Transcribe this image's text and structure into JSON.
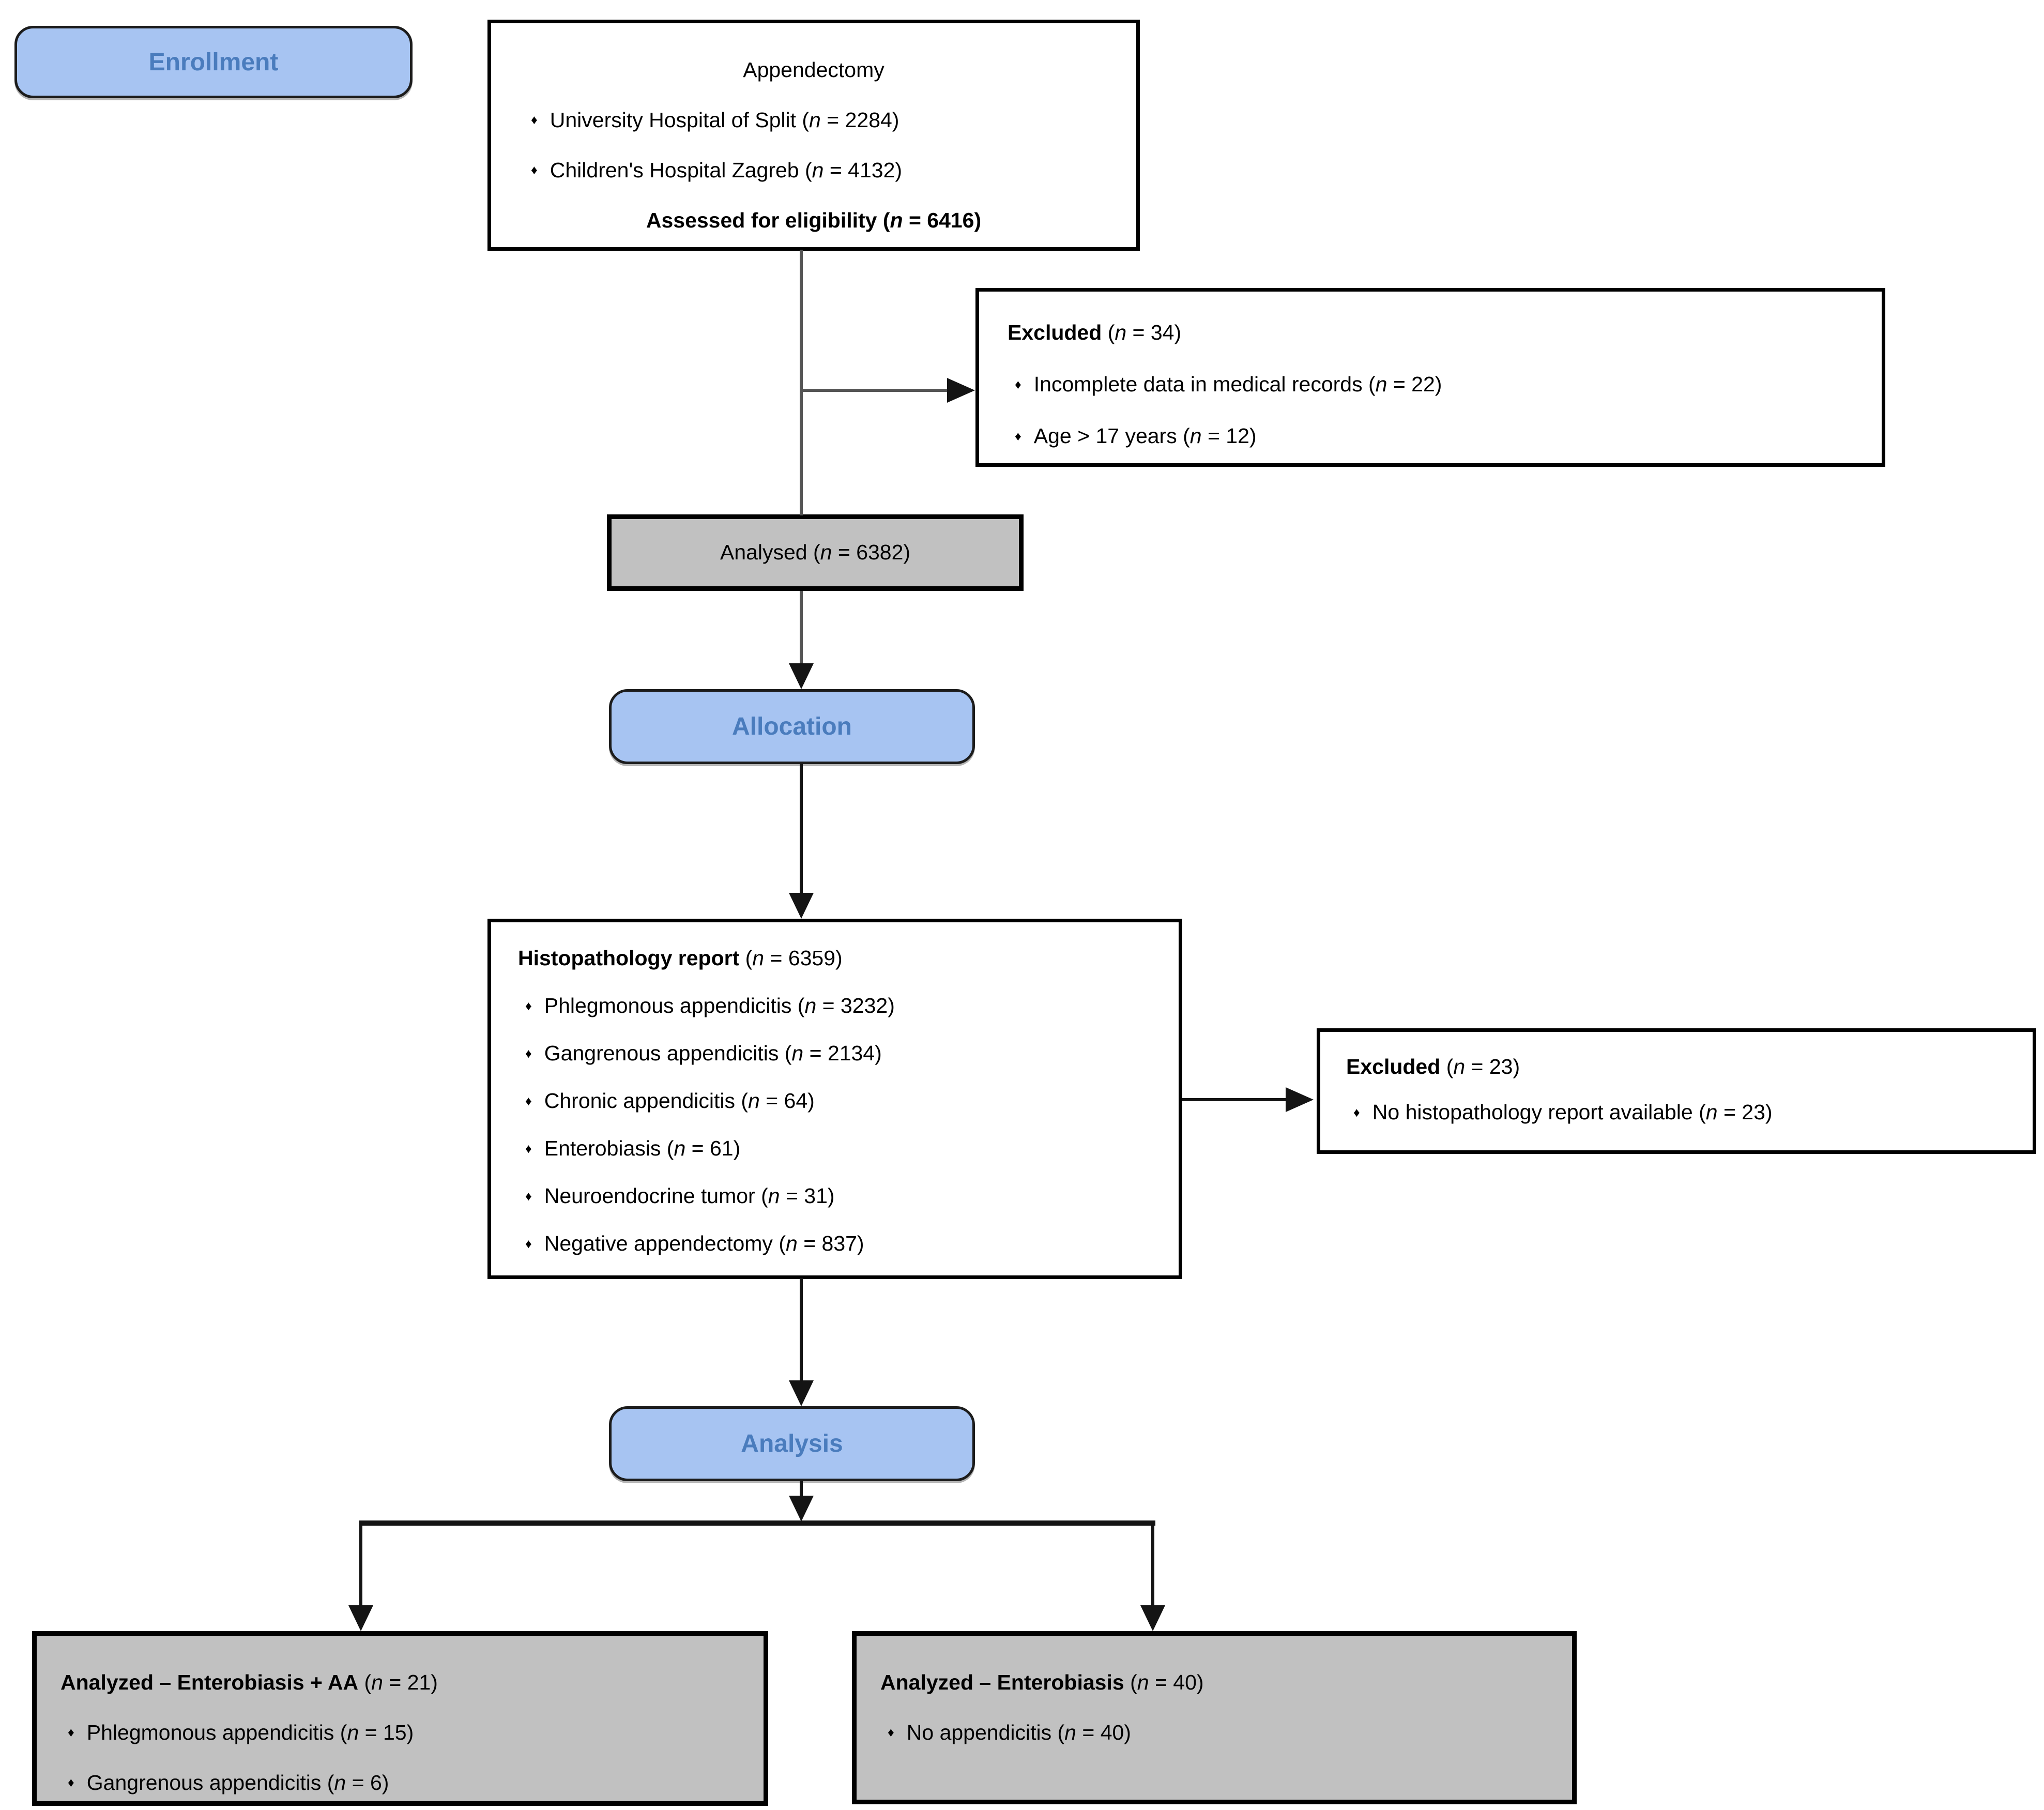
{
  "bullet_glyph": "♦",
  "colors": {
    "stage_fill": "#a7c4f2",
    "stage_text": "#4a7cbd",
    "gray_fill": "#c1c1c1",
    "line_gray": "#555555",
    "line_black": "#141414"
  },
  "stages": {
    "enrollment": {
      "label": "Enrollment"
    },
    "allocation": {
      "label": "Allocation"
    },
    "analysis": {
      "label": "Analysis"
    }
  },
  "boxes": {
    "assessed": {
      "title": "Appendectomy",
      "bullets": [
        "University Hospital of Split (n = 2284)",
        "Children's Hospital Zagreb (n = 4132)"
      ],
      "footer": "Assessed for eligibility (n = 6416)"
    },
    "excluded_enrollment": {
      "title_bold": "Excluded",
      "title_rest": " (n = 34)",
      "bullets": [
        "Incomplete data in medical records (n = 22)",
        "Age > 17 years (n = 12)"
      ]
    },
    "analysed": {
      "label": "Analysed (n = 6382)"
    },
    "histopathology": {
      "title_bold": "Histopathology report",
      "title_rest": " (n = 6359)",
      "bullets": [
        "Phlegmonous appendicitis (n = 3232)",
        "Gangrenous appendicitis (n = 2134)",
        "Chronic appendicitis (n = 64)",
        "Enterobiasis (n = 61)",
        "Neuroendocrine tumor (n = 31)",
        "Negative appendectomy (n = 837)"
      ]
    },
    "excluded_allocation": {
      "title_bold": "Excluded",
      "title_rest": " (n = 23)",
      "bullets": [
        "No histopathology report available (n = 23)"
      ]
    },
    "analyzed_enterobiasis_aa": {
      "title_bold": "Analyzed – Enterobiasis + AA",
      "title_rest": " (n = 21)",
      "bullets": [
        "Phlegmonous appendicitis (n = 15)",
        "Gangrenous appendicitis (n = 6)"
      ]
    },
    "analyzed_enterobiasis": {
      "title_bold": "Analyzed – Enterobiasis",
      "title_rest": " (n = 40)",
      "bullets": [
        "No appendicitis (n = 40)"
      ]
    }
  }
}
